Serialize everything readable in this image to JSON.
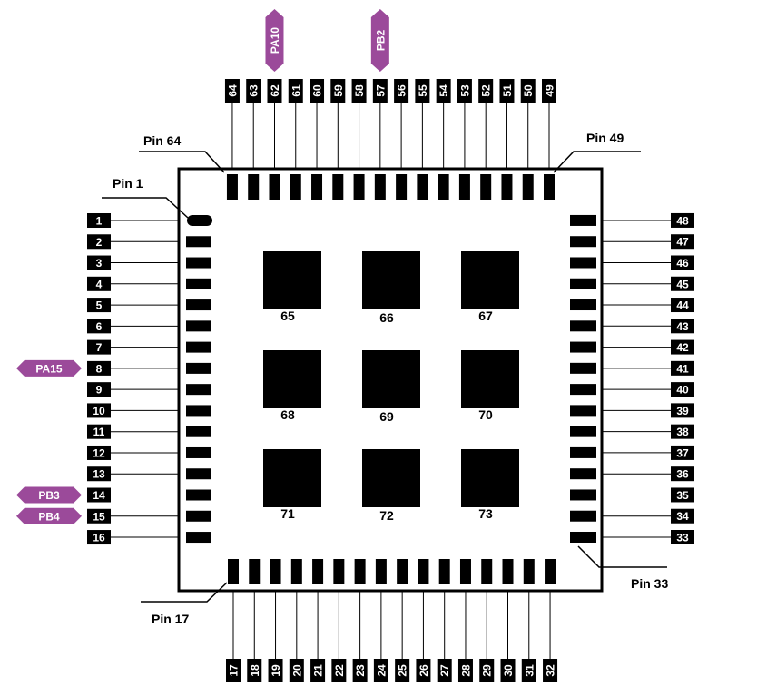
{
  "chip": {
    "corner_labels": {
      "pin1": "Pin 1",
      "pin17": "Pin 17",
      "pin33": "Pin 33",
      "pin49": "Pin 49",
      "pin64": "Pin 64"
    },
    "left_pins": [
      "1",
      "2",
      "3",
      "4",
      "5",
      "6",
      "7",
      "8",
      "9",
      "10",
      "11",
      "12",
      "13",
      "14",
      "15",
      "16"
    ],
    "bottom_pins": [
      "17",
      "18",
      "19",
      "20",
      "21",
      "22",
      "23",
      "24",
      "25",
      "26",
      "27",
      "28",
      "29",
      "30",
      "31",
      "32"
    ],
    "right_pins": [
      "33",
      "34",
      "35",
      "36",
      "37",
      "38",
      "39",
      "40",
      "41",
      "42",
      "43",
      "44",
      "45",
      "46",
      "47",
      "48"
    ],
    "top_pins": [
      "49",
      "50",
      "51",
      "52",
      "53",
      "54",
      "55",
      "56",
      "57",
      "58",
      "59",
      "60",
      "61",
      "62",
      "63",
      "64"
    ],
    "center_pads": [
      "65",
      "66",
      "67",
      "68",
      "69",
      "70",
      "71",
      "72",
      "73"
    ],
    "signal_tags": [
      {
        "label": "PA10",
        "pin": "62",
        "side": "top"
      },
      {
        "label": "PB2",
        "pin": "57",
        "side": "top"
      },
      {
        "label": "PA15",
        "pin": "8",
        "side": "left"
      },
      {
        "label": "PB3",
        "pin": "14",
        "side": "left"
      },
      {
        "label": "PB4",
        "pin": "15",
        "side": "left"
      }
    ]
  },
  "colors": {
    "body_outline": "#000000",
    "pad": "#000000",
    "pin_label_bg": "#000000",
    "pin_label_text": "#ffffff",
    "tag_fill": "#9b4a9a",
    "tag_text": "#ffffff"
  }
}
